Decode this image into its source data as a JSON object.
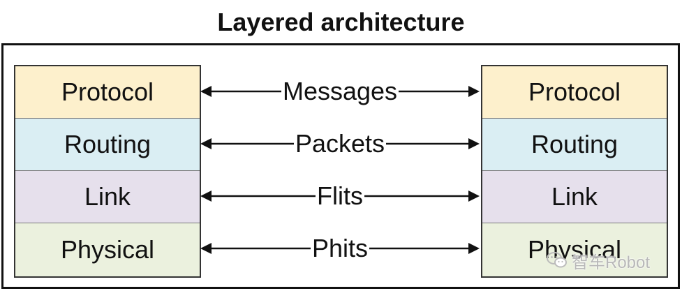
{
  "title": "Layered architecture",
  "left_stack": [
    "Protocol",
    "Routing",
    "Link",
    "Physical"
  ],
  "right_stack": [
    "Protocol",
    "Routing",
    "Link",
    "Physical"
  ],
  "layer_colors": [
    "#fdf0cc",
    "#daeef3",
    "#e6e0ec",
    "#ebf1de"
  ],
  "arrows": [
    "Messages",
    "Packets",
    "Flits",
    "Phits"
  ],
  "watermark": "智车Robot",
  "watermark_icon": "wechat-icon"
}
